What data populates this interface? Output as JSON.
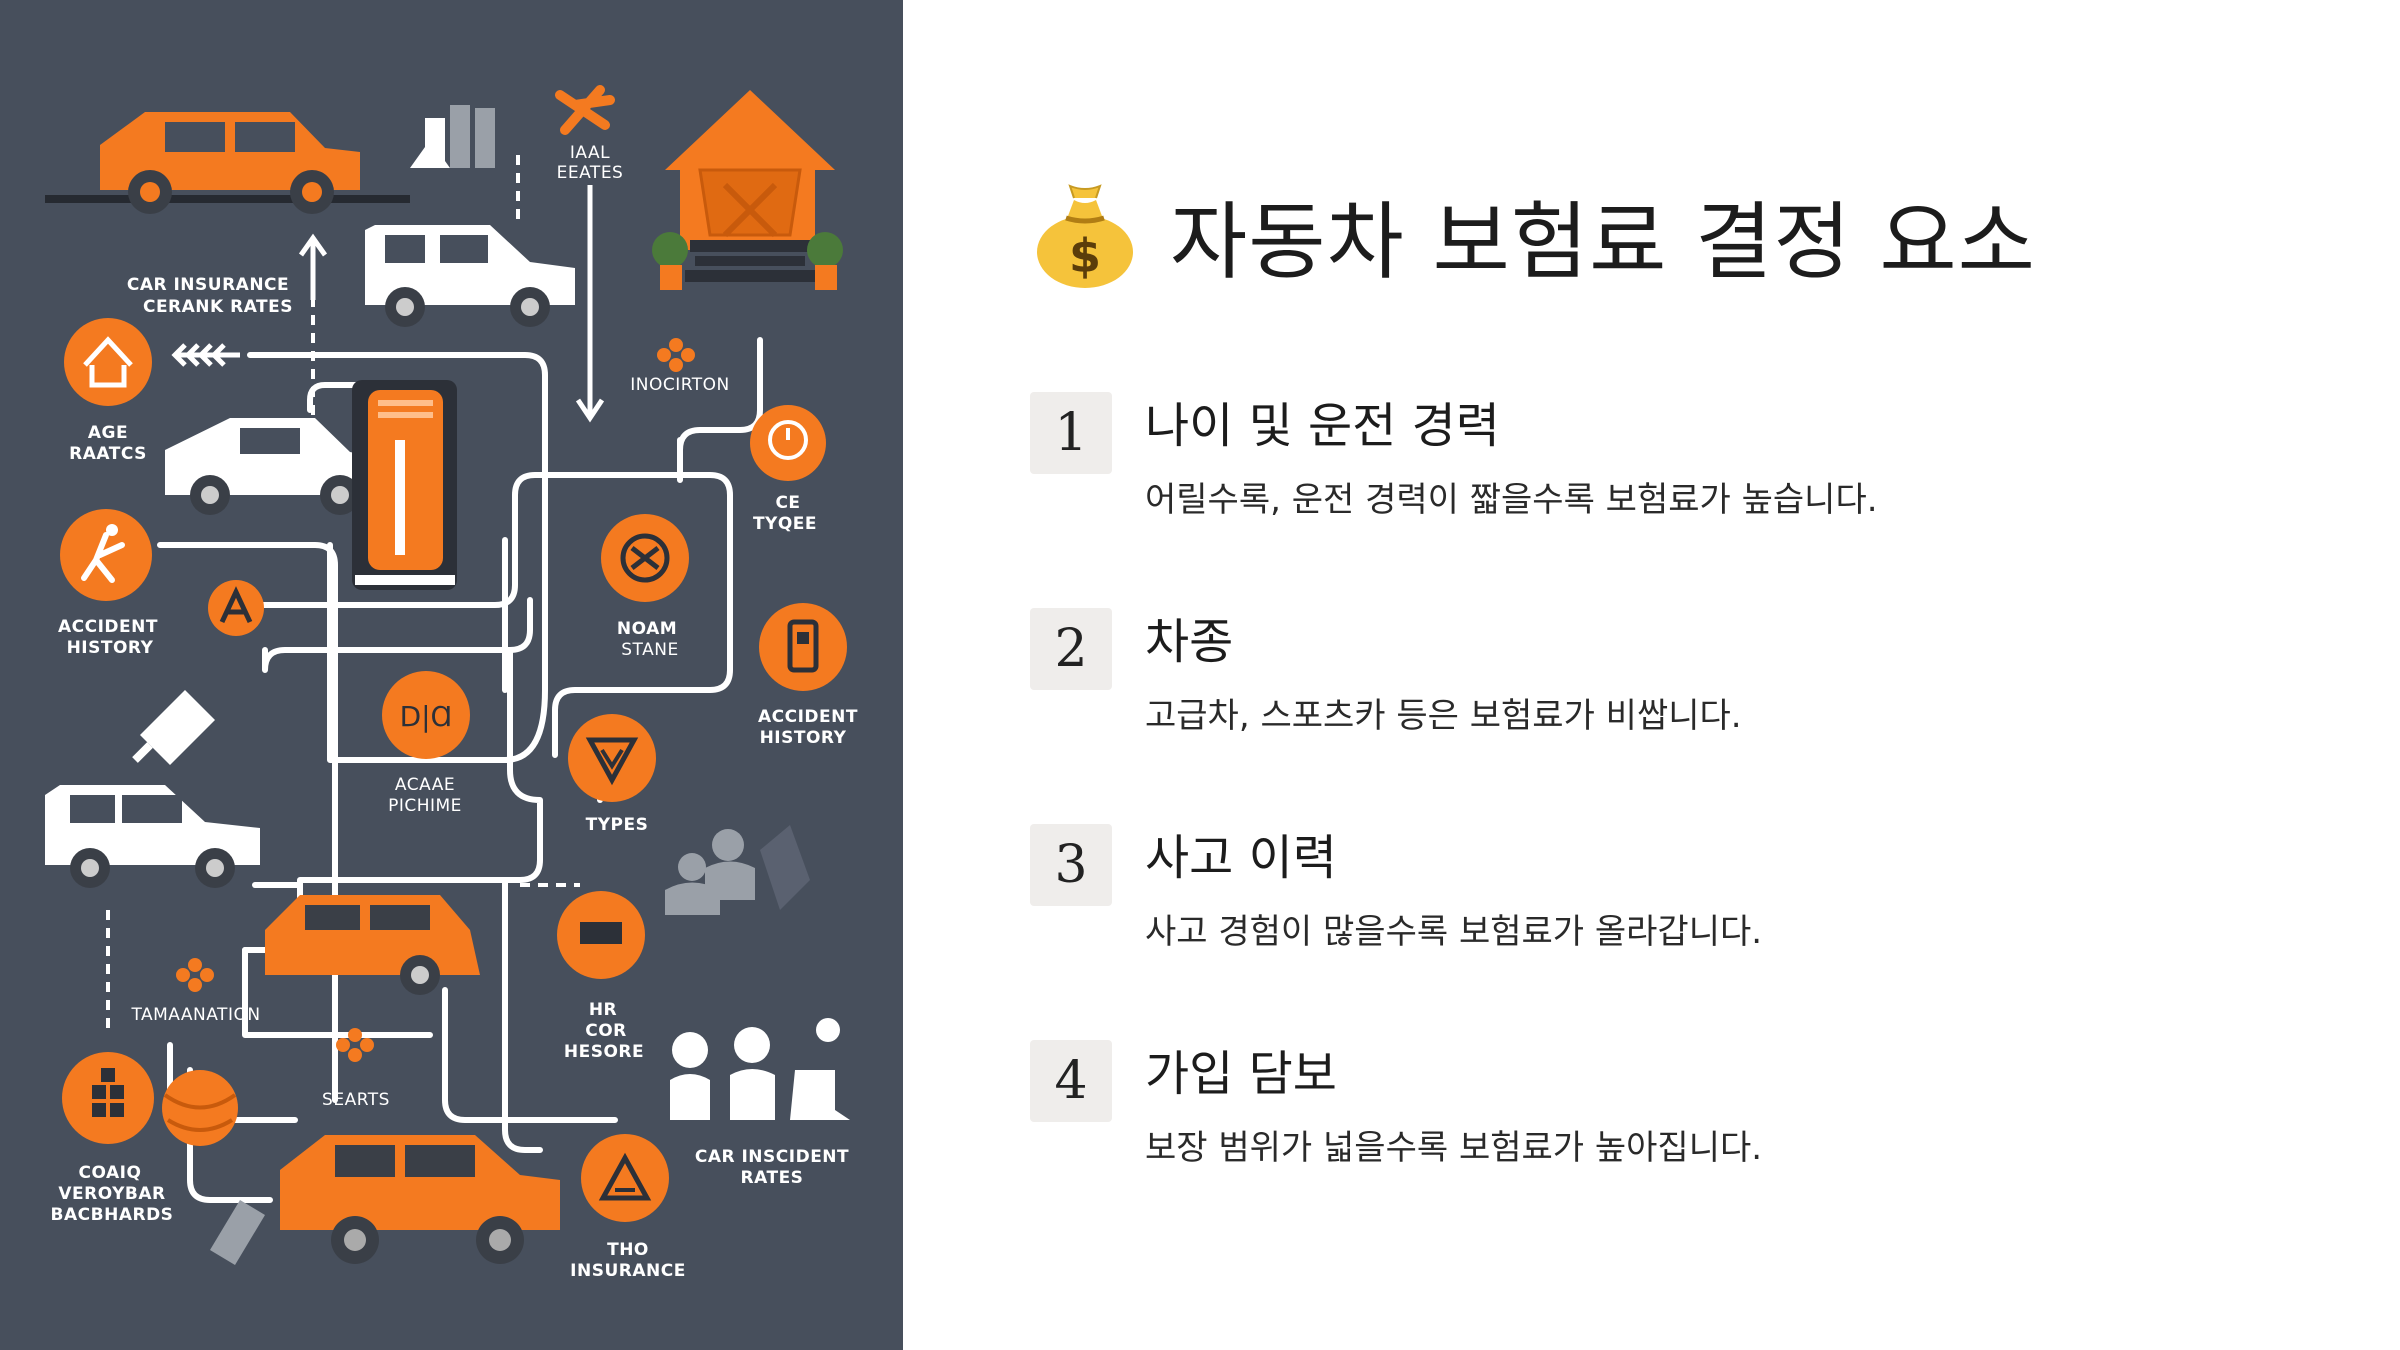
{
  "slide": {
    "title": "자동차 보험료 결정 요소",
    "title_icon": "money-bag-icon"
  },
  "illustration": {
    "labels": {
      "car_insurance": "CAR INSURANCE",
      "cerank_rates": "CERANK RATES",
      "age": "AGE",
      "raatcs": "RAATCS",
      "accident_history_left_1": "ACCIDENT",
      "accident_history_left_2": "HISTORY",
      "iaal": "IAAL",
      "eeates": "EEATES",
      "inocirton": "INOCIRTON",
      "ce": "CE",
      "tyqee": "TYQEE",
      "noam": "NOAM",
      "stane": "STANE",
      "accident_history_right_1": "ACCIDENT",
      "accident_history_right_2": "HISTORY",
      "acaae": "ACAAE",
      "pichime": "PICHIME",
      "types": "TYPES",
      "tamaanation": "TAMAANATION",
      "hr": "HR",
      "cor": "COR",
      "hesore": "HESORE",
      "searts": "SEARTS",
      "coaiq": "COAIQ",
      "veroybar": "VEROYBAR",
      "bacbhards": "BACBHARDS",
      "car_incident": "CAR INSCIDENT",
      "rates": "RATES",
      "tho": "THO",
      "insurance": "INSURANCE"
    },
    "colors": {
      "background": "#474f5c",
      "accent": "#f47a20",
      "white": "#ffffff"
    }
  },
  "factors": [
    {
      "number": "1",
      "title": "나이 및 운전 경력",
      "description": "어릴수록, 운전 경력이 짧을수록 보험료가 높습니다."
    },
    {
      "number": "2",
      "title": "차종",
      "description": "고급차, 스포츠카 등은 보험료가 비쌉니다."
    },
    {
      "number": "3",
      "title": "사고 이력",
      "description": "사고 경험이 많을수록 보험료가 올라갑니다."
    },
    {
      "number": "4",
      "title": "가입 담보",
      "description": "보장 범위가 넓을수록 보험료가 높아집니다."
    }
  ]
}
